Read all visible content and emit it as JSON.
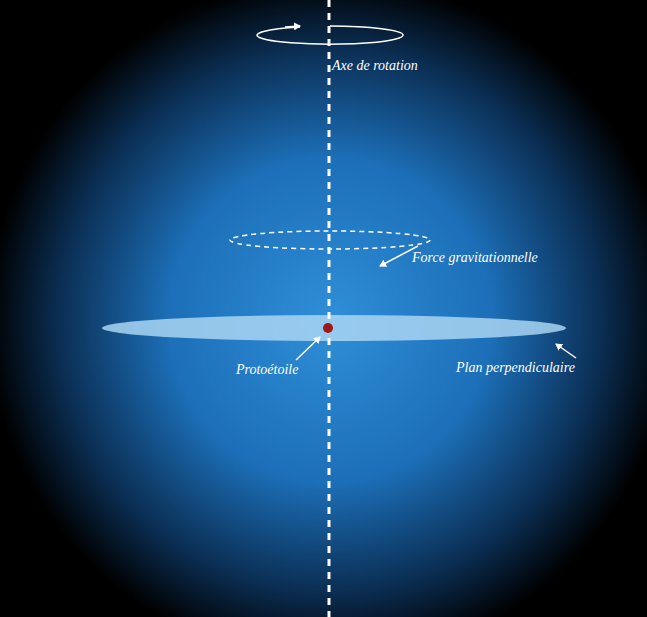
{
  "diagram": {
    "labels": [
      "Axe de rotation",
      "Force gravitationnelle",
      "Protoétoile",
      "Plan perpendiculaire"
    ]
  }
}
